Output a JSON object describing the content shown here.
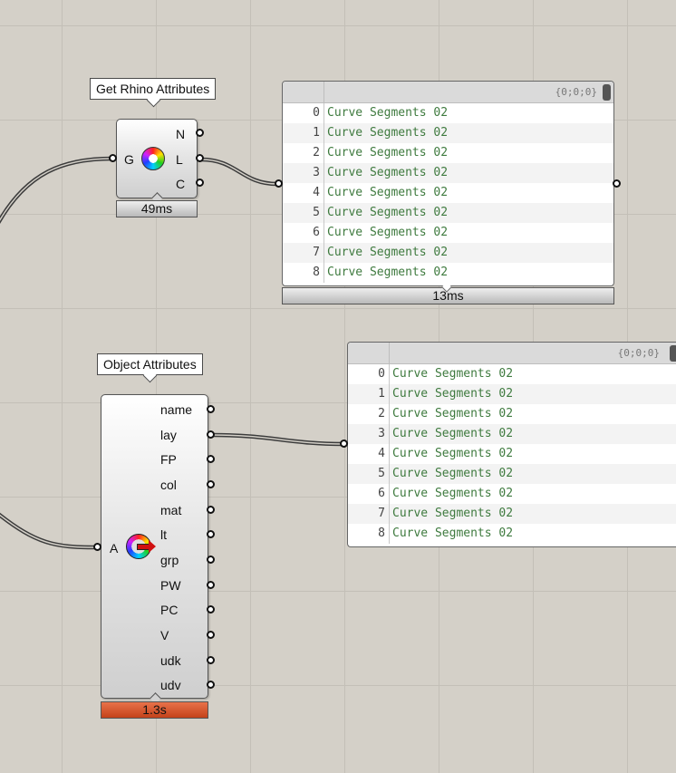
{
  "components": {
    "get_rhino_attributes": {
      "tooltip": "Get Rhino Attributes",
      "input_label": "G",
      "outputs": [
        "N",
        "L",
        "C"
      ],
      "timing": "49ms",
      "icon": "color-wheel-icon"
    },
    "object_attributes": {
      "tooltip": "Object Attributes",
      "input_label": "A",
      "outputs": [
        "name",
        "lay",
        "FP",
        "col",
        "mat",
        "lt",
        "grp",
        "PW",
        "PC",
        "V",
        "udk",
        "udv"
      ],
      "timing": "1.3s",
      "icon": "color-ring-arrow-icon"
    }
  },
  "panels": {
    "panel_top": {
      "path": "{0;0;0}",
      "rows": [
        {
          "index": "0",
          "value": "Curve Segments 02"
        },
        {
          "index": "1",
          "value": "Curve Segments 02"
        },
        {
          "index": "2",
          "value": "Curve Segments 02"
        },
        {
          "index": "3",
          "value": "Curve Segments 02"
        },
        {
          "index": "4",
          "value": "Curve Segments 02"
        },
        {
          "index": "5",
          "value": "Curve Segments 02"
        },
        {
          "index": "6",
          "value": "Curve Segments 02"
        },
        {
          "index": "7",
          "value": "Curve Segments 02"
        },
        {
          "index": "8",
          "value": "Curve Segments 02"
        }
      ],
      "timing": "13ms"
    },
    "panel_bottom": {
      "path": "{0;0;0}",
      "rows": [
        {
          "index": "0",
          "value": "Curve Segments 02"
        },
        {
          "index": "1",
          "value": "Curve Segments 02"
        },
        {
          "index": "2",
          "value": "Curve Segments 02"
        },
        {
          "index": "3",
          "value": "Curve Segments 02"
        },
        {
          "index": "4",
          "value": "Curve Segments 02"
        },
        {
          "index": "5",
          "value": "Curve Segments 02"
        },
        {
          "index": "6",
          "value": "Curve Segments 02"
        },
        {
          "index": "7",
          "value": "Curve Segments 02"
        },
        {
          "index": "8",
          "value": "Curve Segments 02"
        }
      ]
    }
  },
  "colors": {
    "canvas": "#d4d0c8",
    "grid": "#c3bfb7",
    "panel_text": "#3e7a3e",
    "slow_timing": "#d5562e"
  }
}
